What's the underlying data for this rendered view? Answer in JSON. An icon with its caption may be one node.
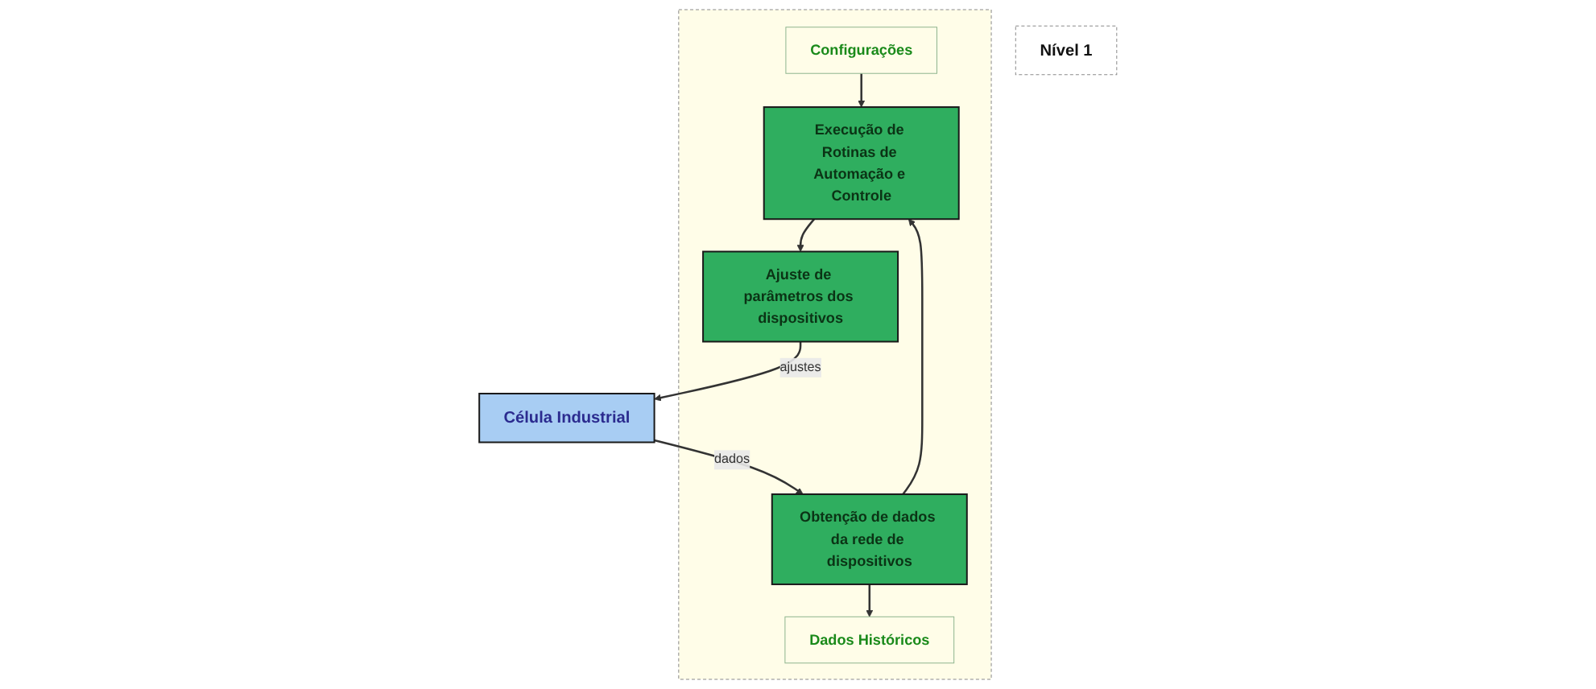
{
  "diagram": {
    "nodes": [
      {
        "text": [
          "Nível 1"
        ]
      },
      {
        "text": [],
        "shape": "box"
      },
      {
        "text": [
          "Dados Históricos"
        ],
        "in": 1
      },
      {
        "text": [
          "Configurações"
        ],
        "in": 1
      },
      {
        "text": [
          "Obtenção de dados da rede de dispositivos"
        ],
        "in": 1
      },
      {
        "text": [
          "Execução de Rotinas de Automação e Controle"
        ],
        "in": 1
      },
      {
        "text": [
          "Ajuste de parâmetros dos dispositivos"
        ],
        "in": 1
      },
      {
        "text": [
          "Célula Industrial"
        ]
      }
    ],
    "edges": [
      {
        "from": 4,
        "to": 2,
        "arrow": "to"
      },
      {
        "from": 3,
        "to": 5,
        "arrow": "to"
      },
      {
        "from": 4,
        "to": 5,
        "arrow": "to"
      },
      {
        "from": 5,
        "to": 6,
        "arrow": "to"
      },
      {
        "from": 7,
        "to": 4,
        "arrow": "to",
        "label": "dados"
      },
      {
        "from": 6,
        "to": 7,
        "arrow": "to",
        "label": "ajustes"
      }
    ]
  }
}
